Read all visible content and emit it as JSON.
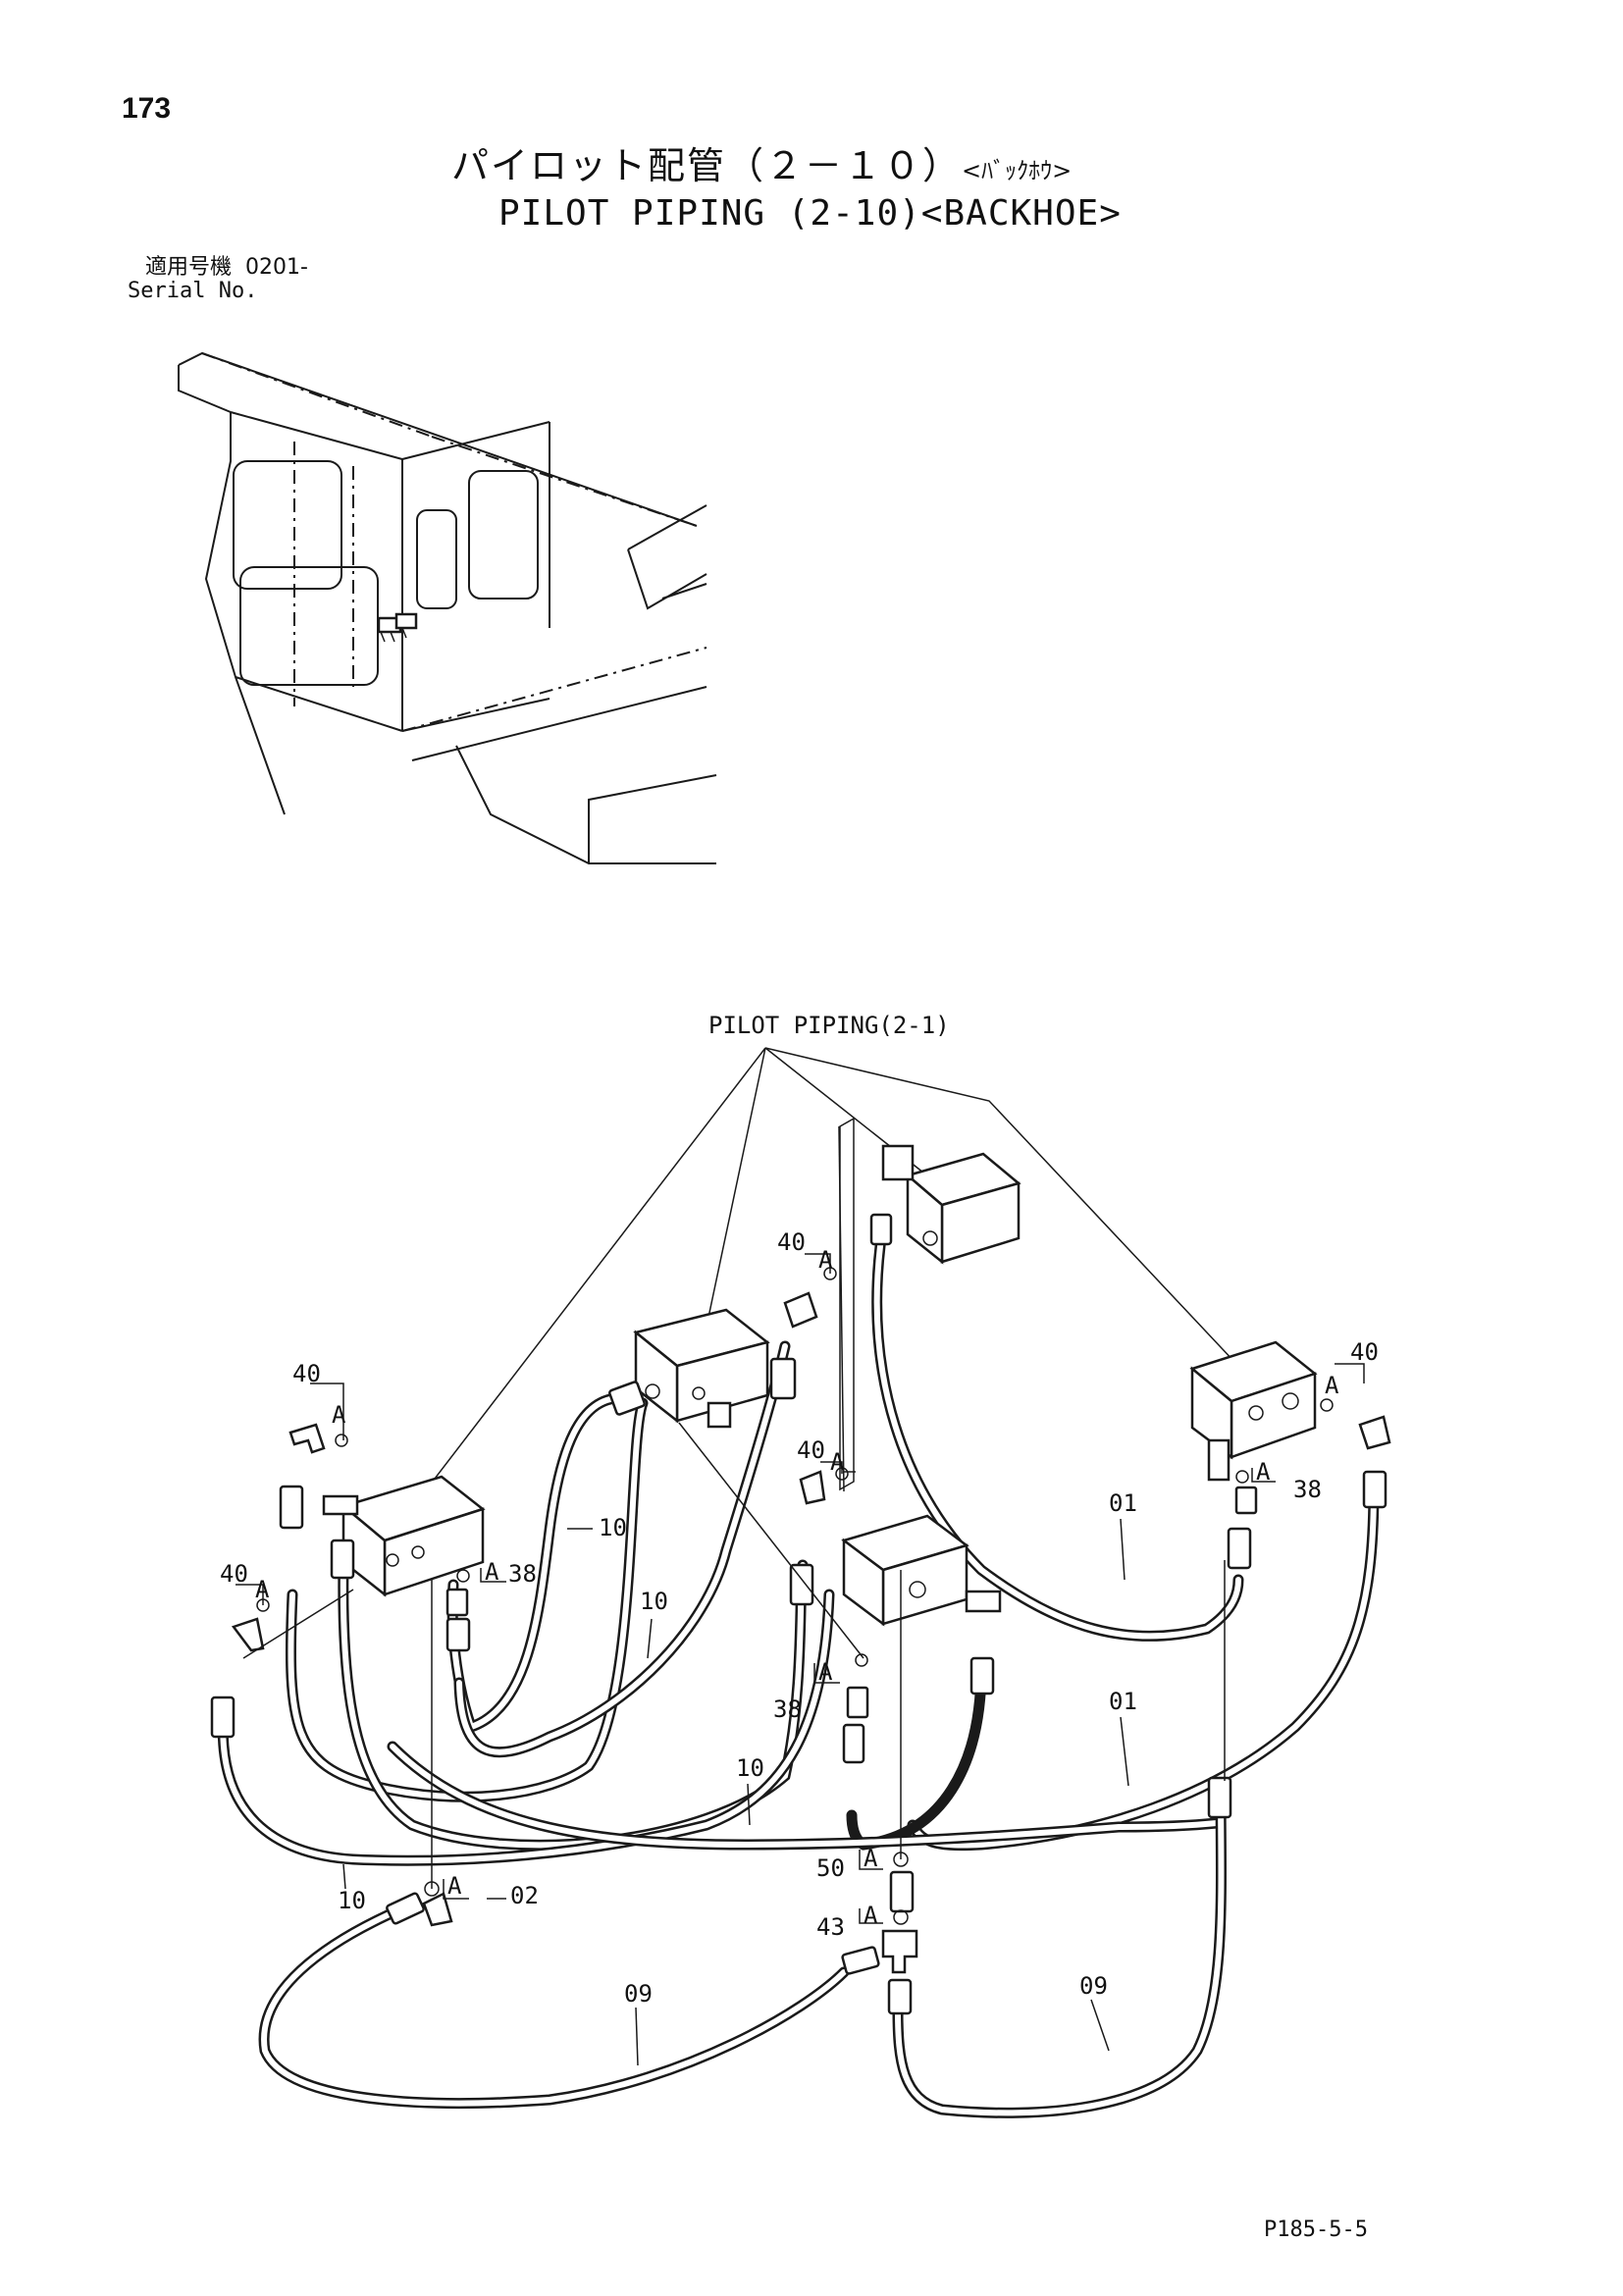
{
  "page_number": "173",
  "title_ja": "パイロット配管（２－１０）",
  "title_ja_variant": "<ﾊﾞｯｸﾎｳ>",
  "title_en": "PILOT PIPING (2-10)<BACKHOE>",
  "serial_label_ja": "適用号機",
  "serial_value": "0201-",
  "serial_label_en": "Serial No.",
  "doc_code": "P185-5-5",
  "diagram": {
    "reference_label": "PILOT PIPING(2-1)",
    "detail_letter": "A",
    "part_labels": {
      "p40a": "40",
      "p40b": "40",
      "p40c": "40",
      "p40d": "40",
      "p40e": "40",
      "p10a": "10",
      "p10b": "10",
      "p10c": "10",
      "p10d": "10",
      "p01a": "01",
      "p01b": "01",
      "p38a": "38",
      "p38b": "38",
      "p38c": "38",
      "p02": "02",
      "p50": "50",
      "p43": "43",
      "p09a": "09",
      "p09b": "09"
    }
  }
}
